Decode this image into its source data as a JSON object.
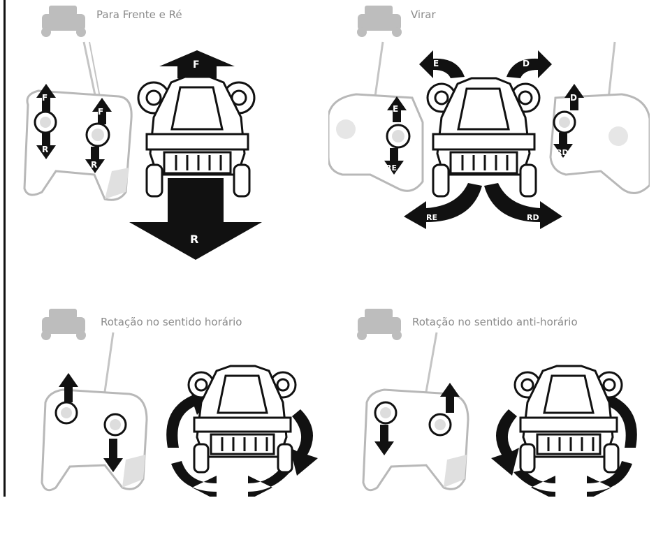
{
  "panels": {
    "forward_reverse": {
      "title": "Para Frente e Ré",
      "arrow_labels": {
        "forward": "F",
        "reverse": "R"
      },
      "stick_labels": {
        "left_up": "F",
        "left_down": "R",
        "right_up": "F",
        "right_down": "R"
      }
    },
    "turn": {
      "title": "Virar",
      "arrow_labels": {
        "left": "E",
        "right": "D",
        "reverse_left": "RE",
        "reverse_right": "RD"
      },
      "stick_labels": {
        "left_up": "E",
        "left_down": "RE",
        "right_up": "D",
        "right_down": "RD"
      }
    },
    "rotate_cw": {
      "title": "Rotação no sentido horário"
    },
    "rotate_ccw": {
      "title": "Rotação no sentido anti-horário"
    }
  },
  "colors": {
    "ink": "#111111",
    "muted": "#8a8a8a",
    "light_gray": "#d9d9d9",
    "outline_gray": "#b8b8b8"
  }
}
